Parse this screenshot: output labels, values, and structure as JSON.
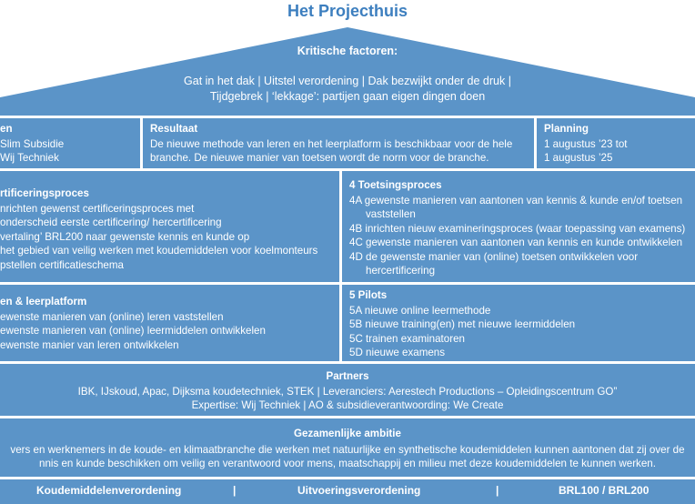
{
  "title": "Het Projecthuis",
  "roof": {
    "heading": "Kritische factoren:",
    "lines": [
      "Gat in het dak | Uitstel verordening | Dak bezwijkt onder de druk |",
      "Tijdgebrek | ‘lekkage’: partijen gaan eigen dingen doen"
    ]
  },
  "left_top": {
    "heading": "en",
    "lines": [
      "Slim Subsidie",
      "Wij Techniek"
    ]
  },
  "resultaat": {
    "heading": "Resultaat",
    "lines": [
      "De nieuwe methode van leren en het leerplatform is beschikbaar voor de hele",
      "branche. De nieuwe manier van toetsen wordt de norm voor de branche."
    ]
  },
  "planning": {
    "heading": "Planning",
    "lines": [
      "1 augustus ’23 tot",
      "1 augustus ’25"
    ]
  },
  "certificering": {
    "heading": "rtificeringsproces",
    "lines": [
      "nrichten gewenst certificeringsproces met",
      "onderscheid eerste certificering/ hercertificering",
      "vertaling’ BRL200 naar gewenste kennis en kunde op",
      "het gebied van veilig werken met koudemiddelen voor koelmonteurs",
      "pstellen certificatieschema"
    ]
  },
  "toetsing": {
    "heading": "4 Toetsingsproces",
    "items": [
      {
        "text": "4A  gewenste manieren van aantonen van kennis & kunde en/of toetsen",
        "indent": false
      },
      {
        "text": "vaststellen",
        "indent": true
      },
      {
        "text": "4B  inrichten nieuw examineringsproces (waar toepassing van examens)",
        "indent": false
      },
      {
        "text": "4C  gewenste manieren van aantonen van kennis en kunde ontwikkelen",
        "indent": false
      },
      {
        "text": "4D  de gewenste manier van (online) toetsen ontwikkelen voor",
        "indent": false
      },
      {
        "text": "hercertificering",
        "indent": true
      }
    ]
  },
  "leren": {
    "heading": "en & leerplatform",
    "lines": [
      "ewenste manieren van (online) leren vaststellen",
      "ewenste manieren van (online) leermiddelen ontwikkelen",
      "ewenste manier van leren ontwikkelen"
    ]
  },
  "pilots": {
    "heading": "5 Pilots",
    "lines": [
      "5A  nieuwe online leermethode",
      "5B  nieuwe training(en) met nieuwe leermiddelen",
      "5C  trainen examinatoren",
      "5D  nieuwe examens"
    ]
  },
  "partners": {
    "heading": "Partners",
    "lines": [
      "IBK, IJskoud, Apac, Dijksma koudetechniek, STEK   |   Leveranciers: Aerestech Productions – Opleidingscentrum GO”",
      "Expertise: Wij Techniek   |   AO & subsidieverantwoording: We Create"
    ]
  },
  "ambitie": {
    "heading": "Gezamenlijke ambitie",
    "lines": [
      "vers en werknemers in de koude- en klimaatbranche die werken met natuurlijke en synthetische koudemiddelen kunnen aantonen dat zij over de",
      "nnis en kunde beschikken om veilig en verantwoord voor mens, maatschappij en milieu met deze koudemiddelen te kunnen werken."
    ]
  },
  "foundation": {
    "items": [
      "Koudemiddelenverordening",
      "Uitvoeringsverordening",
      "BRL100 / BRL200"
    ],
    "separator": "|"
  },
  "colors": {
    "box": "#5b94c8",
    "title": "#3d7fbf",
    "background": "#ffffff"
  }
}
